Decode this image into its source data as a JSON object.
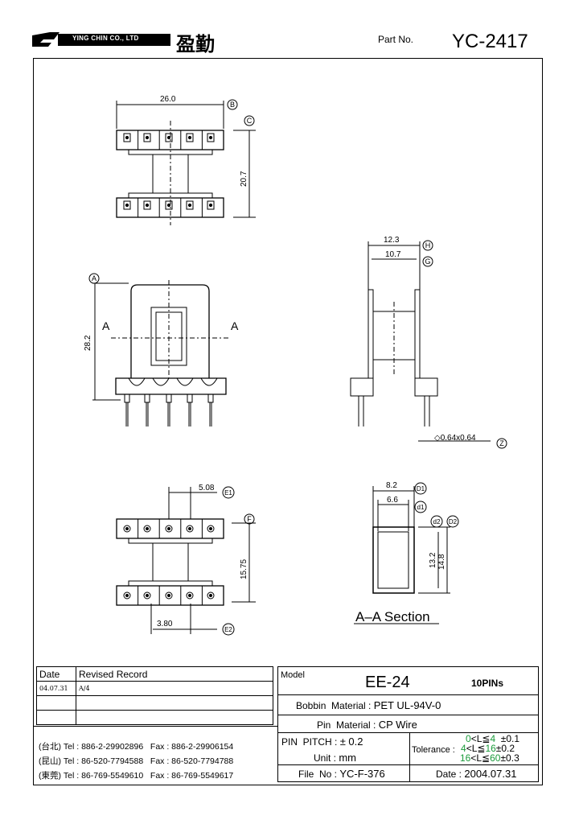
{
  "header": {
    "company": "YING CHIN CO., LTD",
    "company_cn": "盈勤",
    "part_label": "Part  No.",
    "part_no": "YC-2417"
  },
  "drawing": {
    "top_dim_width": "26.0",
    "top_dim_height": "20.7",
    "front_dim_height": "28.2",
    "section_marker": "A",
    "side_dim_outer": "12.3",
    "side_dim_inner": "10.7",
    "pin_size": "◇0.64x0.64",
    "bottom_dim_pitch": "5.08",
    "bottom_dim_height": "15.75",
    "bottom_dim_offset": "3.80",
    "section_dim_outer_w": "8.2",
    "section_dim_inner_w": "6.6",
    "section_dim_inner_h": "13.2",
    "section_dim_outer_h": "14.8",
    "section_title": "A–A  Section",
    "callouts": {
      "a": "A",
      "b": "B",
      "c": "C",
      "d1": "D1",
      "d1s": "d1",
      "d2": "D2",
      "d2s": "d2",
      "e1": "E1",
      "e2": "E2",
      "f": "F",
      "g": "G",
      "h": "H",
      "z": "Z"
    }
  },
  "revision": {
    "col_date": "Date",
    "col_record": "Revised  Record",
    "rows": [
      {
        "date": "04.07.31",
        "record": "A/4"
      },
      {
        "date": "",
        "record": ""
      },
      {
        "date": "",
        "record": ""
      }
    ]
  },
  "contacts": [
    "(台北) Tel : 886-2-29902896   Fax : 886-2-29906154",
    "(昆山) Tel : 86-520-7794588   Fax : 86-520-7794788",
    "(東莞) Tel : 86-769-5549610   Fax : 86-769-5549617"
  ],
  "spec": {
    "model_label": "Model",
    "model": "EE-24",
    "pins": "10PINs",
    "bobbin_label": "Bobbin  Material : ",
    "bobbin": "PET UL-94V-0",
    "pin_mat_label": "Pin  Material : ",
    "pin_mat": "CP Wire",
    "pitch_label": "PIN  PITCH : ",
    "pitch": "± 0.2",
    "unit_label": "Unit : ",
    "unit": "mm",
    "tol_label": "Tolerance :",
    "tol": [
      {
        "lo": "0",
        "hi": "4",
        "pm": "±0.1"
      },
      {
        "lo": "4",
        "hi": "16",
        "pm": "±0.2"
      },
      {
        "lo": "16",
        "hi": "60",
        "pm": "±0.3"
      }
    ],
    "file_label": "File  No : ",
    "file": "YC-F-376",
    "date_label": "Date : ",
    "date": "2004.07.31"
  }
}
